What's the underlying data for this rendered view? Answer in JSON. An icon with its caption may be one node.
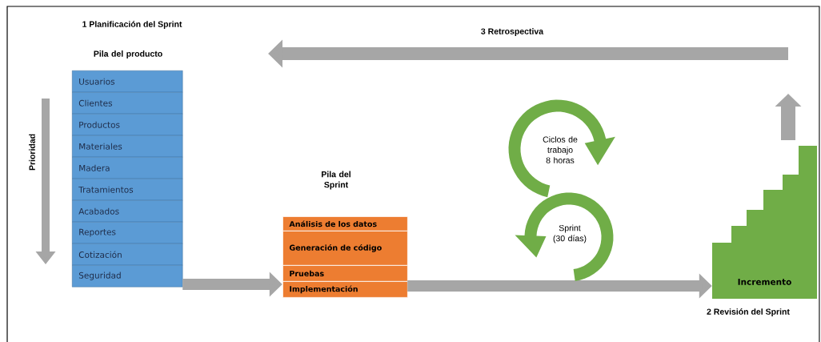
{
  "diagram": {
    "nodes": [
      {
        "text": [
          "Pila del producto"
        ]
      },
      {
        "text": [
          "Usuarios"
        ],
        "in": 0
      },
      {
        "text": [
          "Clientes"
        ],
        "in": 0
      },
      {
        "text": [
          "Productos"
        ],
        "in": 0
      },
      {
        "text": [
          "Materiales"
        ],
        "in": 0
      },
      {
        "text": [
          "Madera"
        ],
        "in": 0
      },
      {
        "text": [
          "Tratamientos"
        ],
        "in": 0
      },
      {
        "text": [
          "Acabados"
        ],
        "in": 0
      },
      {
        "text": [
          "Reportes"
        ],
        "in": 0
      },
      {
        "text": [
          "Cotización"
        ],
        "in": 0
      },
      {
        "text": [
          "Seguridad"
        ],
        "in": 0
      },
      {
        "text": [
          "Pila del Sprint"
        ]
      },
      {
        "text": [
          "Análisis de los datos"
        ],
        "in": 11
      },
      {
        "text": [
          "Generación de código"
        ],
        "in": 11
      },
      {
        "text": [
          "Pruebas"
        ],
        "in": 11
      },
      {
        "text": [
          "Implementación"
        ],
        "in": 11
      },
      {
        "text": [
          "Incremento"
        ],
        "beside": [
          "2 Revisión del Sprint"
        ]
      }
    ],
    "edges": [
      {
        "from": 0,
        "to": 11,
        "arrow": "to"
      },
      {
        "from": 11,
        "to": 16,
        "arrow": "to"
      }
    ],
    "labels": [
      "1 Planificación del Sprint",
      "3 Retrospectiva",
      "Prioridad",
      "Ciclos de trabajo 8 horas",
      "Sprint (30 días)"
    ]
  }
}
